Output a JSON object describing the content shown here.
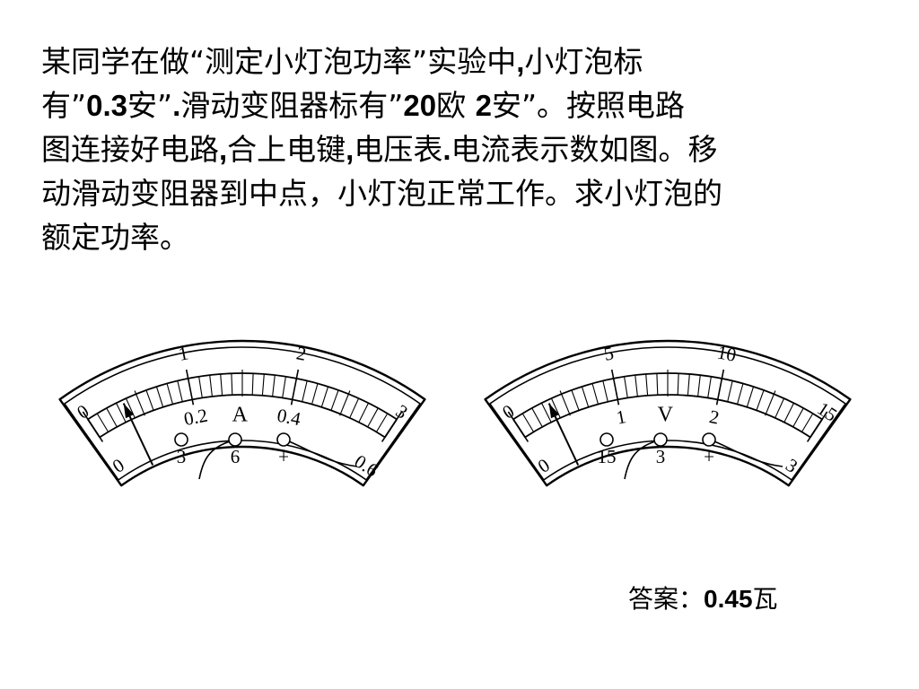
{
  "problem": {
    "lines": [
      [
        {
          "t": "某同学在做“测定小灯泡功率”实验中"
        },
        {
          "t": ",",
          "b": true
        },
        {
          "t": "小灯泡标"
        }
      ],
      [
        {
          "t": "有”"
        },
        {
          "t": "0.3",
          "b": true
        },
        {
          "t": "安”"
        },
        {
          "t": ".",
          "b": true
        },
        {
          "t": "滑动变阻器标有”"
        },
        {
          "t": "20",
          "b": true
        },
        {
          "t": "欧 "
        },
        {
          "t": "2",
          "b": true
        },
        {
          "t": "安”。按照电路"
        }
      ],
      [
        {
          "t": "图连接好电路"
        },
        {
          "t": ",",
          "b": true
        },
        {
          "t": "合上电键"
        },
        {
          "t": ",",
          "b": true
        },
        {
          "t": "电压表"
        },
        {
          "t": ".",
          "b": true
        },
        {
          "t": "电流表示数如图。移"
        }
      ],
      [
        {
          "t": "动滑动变阻器到中点，小灯泡正常工作。求小灯泡的"
        }
      ],
      [
        {
          "t": "额定功率。"
        }
      ]
    ]
  },
  "ammeter": {
    "unit": "A",
    "outer_scale": {
      "labels": [
        "0",
        "1",
        "2",
        "3"
      ],
      "max": 3
    },
    "inner_scale": {
      "labels": [
        "0",
        "0.2",
        "0.4",
        "0.6"
      ],
      "max": 0.6
    },
    "reading_fraction": 0.12,
    "terminals": [
      "3",
      "6",
      "+"
    ]
  },
  "voltmeter": {
    "unit": "V",
    "outer_scale": {
      "labels": [
        "0",
        "5",
        "10",
        "15"
      ],
      "max": 15
    },
    "inner_scale": {
      "labels": [
        "0",
        "1",
        "2",
        "3"
      ],
      "max": 3
    },
    "reading_fraction": 0.12,
    "terminals": [
      "15",
      "3",
      "+"
    ]
  },
  "answer": {
    "prefix": "答案：",
    "value": "0.45",
    "unit": "瓦"
  }
}
